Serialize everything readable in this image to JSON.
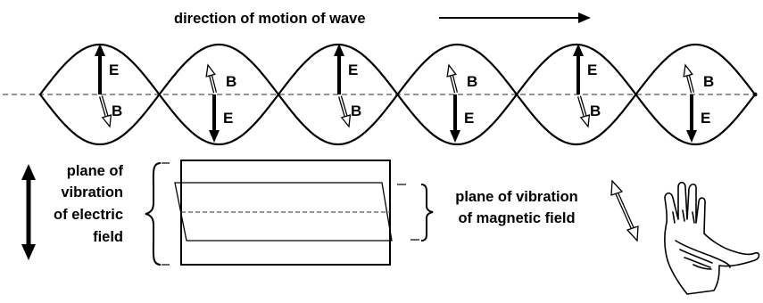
{
  "title": "direction of motion of wave",
  "field_labels": {
    "electric": "E",
    "magnetic": "B"
  },
  "electric_plane_label": [
    "plane of",
    "vibration",
    "of electric",
    "field"
  ],
  "magnetic_plane_label": [
    "plane of vibration",
    "of magnetic field"
  ],
  "colors": {
    "ink": "#000000",
    "axis": "#555555",
    "background": "#ffffff"
  },
  "icons": [
    "direction-arrow-icon",
    "double-headed-arrow-icon",
    "right-hand-icon"
  ]
}
